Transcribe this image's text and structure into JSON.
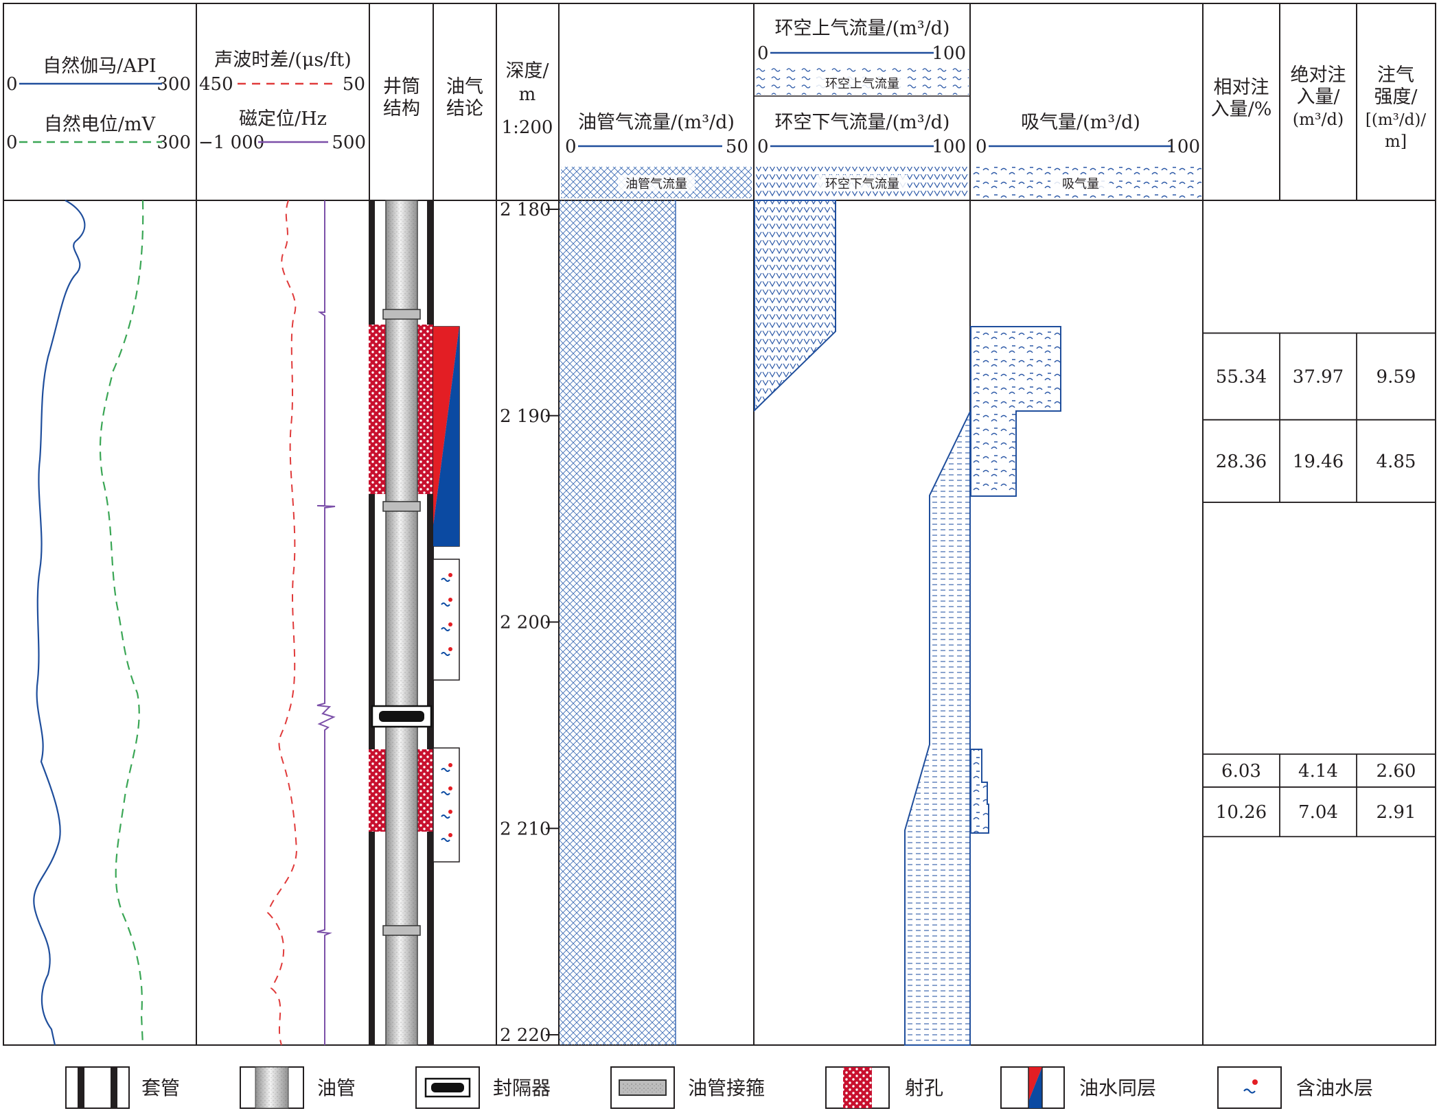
{
  "headers": {
    "gr": {
      "label": "自然伽马/API",
      "min": "0",
      "max": "300"
    },
    "sp": {
      "label": "自然电位/mV",
      "min": "0",
      "max": "300"
    },
    "ac": {
      "label": "声波时差/(μs/ft)",
      "min": "450",
      "max": "50"
    },
    "ccl": {
      "label": "磁定位/Hz",
      "min": "−1 000",
      "max": "500"
    },
    "well_structure": [
      "井筒",
      "结构"
    ],
    "conclusion": [
      "油气",
      "结论"
    ],
    "depth": [
      "深度/",
      "m",
      "1:200"
    ],
    "tubing_flow": {
      "label": "油管气流量/(m³/d)",
      "min": "0",
      "max": "50",
      "pattern_label": "油管气流量"
    },
    "annulus_up": {
      "label": "环空上气流量/(m³/d)",
      "min": "0",
      "max": "100",
      "pattern_label": "环空上气流量"
    },
    "annulus_down": {
      "label": "环空下气流量/(m³/d)",
      "min": "0",
      "max": "100",
      "pattern_label": "环空下气流量"
    },
    "absorption": {
      "label": "吸气量/(m³/d)",
      "min": "0",
      "max": "100",
      "pattern_label": "吸气量"
    },
    "relative": [
      "相对注",
      "入量/%"
    ],
    "absolute": [
      "绝对注",
      "入量/",
      "(m³/d)"
    ],
    "intensity": [
      "注气",
      "强度/",
      "[(m³/d)/",
      "m]"
    ]
  },
  "depth_ticks": [
    "2 180",
    "2 190",
    "2 200",
    "2 210",
    "2 220"
  ],
  "depth_range_m": [
    2180,
    2220
  ],
  "injection_table": [
    {
      "top_m": 2186,
      "bottom_m": 2190.2,
      "relative": "55.34",
      "absolute": "37.97",
      "intensity": "9.59"
    },
    {
      "top_m": 2190.2,
      "bottom_m": 2194.2,
      "relative": "28.36",
      "absolute": "19.46",
      "intensity": "4.85"
    },
    {
      "top_m": 2206.4,
      "bottom_m": 2208,
      "relative": "6.03",
      "absolute": "4.14",
      "intensity": "2.60"
    },
    {
      "top_m": 2208,
      "bottom_m": 2210.4,
      "relative": "10.26",
      "absolute": "7.04",
      "intensity": "2.91"
    }
  ],
  "legend": [
    {
      "icon": "casing",
      "label": "套管"
    },
    {
      "icon": "tubing",
      "label": "油管"
    },
    {
      "icon": "packer",
      "label": "封隔器"
    },
    {
      "icon": "tubing-collar",
      "label": "油管接箍"
    },
    {
      "icon": "perforation",
      "label": "射孔"
    },
    {
      "icon": "oil-water-layer",
      "label": "油水同层"
    },
    {
      "icon": "oil-bearing-water-layer",
      "label": "含油水层"
    }
  ],
  "colors": {
    "gr_curve": "#1f4e9c",
    "sp_curve": "#3aa655",
    "ac_curve": "#e03a3a",
    "ccl_curve": "#7b4fa8",
    "flow_fill": "#1f4e9c",
    "perforation": "#c8102e",
    "oil": "#e31e24",
    "water": "#0b4aa2"
  }
}
